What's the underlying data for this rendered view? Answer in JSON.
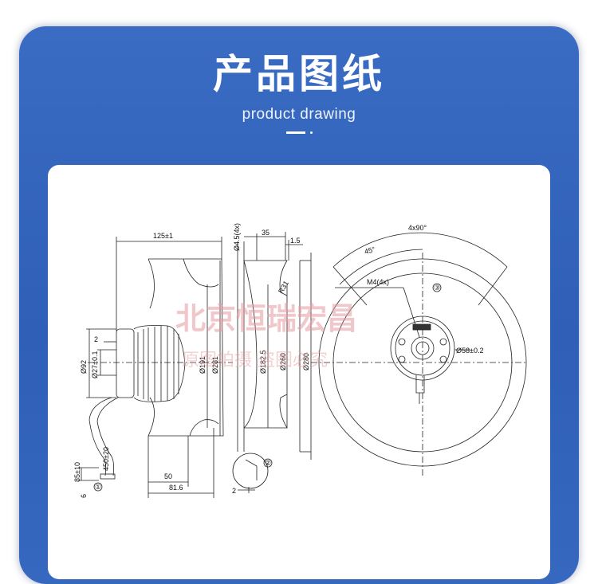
{
  "header": {
    "title": "产品图纸",
    "subtitle": "product drawing"
  },
  "watermark": {
    "line1": "北京恒瑞宏昌",
    "line2": "原图拍摄 盗图必究"
  },
  "drawing": {
    "side_view": {
      "width_label": "125±1",
      "d92": "Ø92",
      "d27": "Ø27±0.1",
      "d191": "Ø191",
      "d281": "Ø281",
      "small_2": "2",
      "d50": "50",
      "d81_6": "81.6",
      "cable": "450±20",
      "d85": "85±10",
      "d6": "6",
      "circle1": "①"
    },
    "section_view": {
      "holes": "Ø4.5(4x)",
      "d35": "35",
      "d1_5": "1.5",
      "r31": "R31",
      "d182_5": "Ø182.5",
      "d260": "Ø260",
      "d280": "Ø280",
      "small_2": "2",
      "circle2": "②"
    },
    "front_view": {
      "angle4x90": "4x90°",
      "angle45": "45°",
      "m4": "M4(4x)",
      "circle3": "③",
      "d58": "Ø58±0.2"
    }
  }
}
